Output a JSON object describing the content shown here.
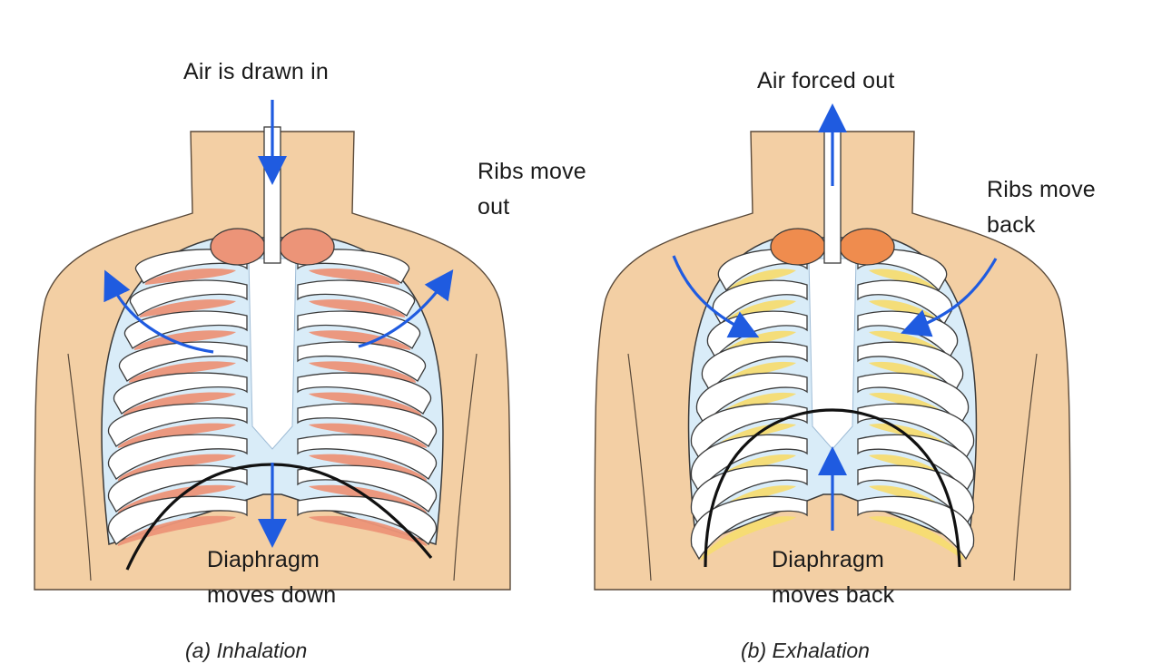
{
  "colors": {
    "skin": "#f3cfa4",
    "rib_outline": "#3a3a3a",
    "bone": "#ffffff",
    "bone_shade": "#d9ecf8",
    "inhale_fill": "#ec9478",
    "exhale_fill": "#f6dc72",
    "exhale_hot": "#ef8c4e",
    "arrow": "#1f5be0",
    "diaphragm": "#111111"
  },
  "panels": [
    {
      "id": "inhalation",
      "caption_letter": "(a)",
      "caption_word": "Inhalation",
      "labels": {
        "air": "Air is drawn in",
        "ribs": "Ribs move\nout",
        "diaphragm": "Diaphragm\nmoves down"
      }
    },
    {
      "id": "exhalation",
      "caption_letter": "(b)",
      "caption_word": "Exhalation",
      "labels": {
        "air": "Air forced out",
        "ribs": "Ribs move\nback",
        "diaphragm": "Diaphragm\nmoves back"
      }
    }
  ]
}
